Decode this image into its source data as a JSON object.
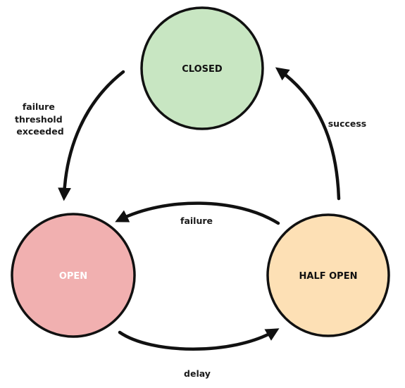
{
  "states": {
    "closed": {
      "label": "CLOSED",
      "fill": "#c8e6c2",
      "text_color": "#111111"
    },
    "open": {
      "label": "OPEN",
      "fill": "#f1b0b0",
      "text_color": "#ffffff"
    },
    "half_open": {
      "label": "HALF OPEN",
      "fill": "#fde0b5",
      "text_color": "#111111"
    }
  },
  "transitions": {
    "closed_to_open": {
      "label_lines": [
        "failure",
        "threshold",
        "exceeded"
      ]
    },
    "half_open_to_closed": {
      "label": "success"
    },
    "half_open_to_open": {
      "label": "failure"
    },
    "open_to_half_open": {
      "label": "delay"
    }
  },
  "colors": {
    "stroke": "#111111"
  }
}
